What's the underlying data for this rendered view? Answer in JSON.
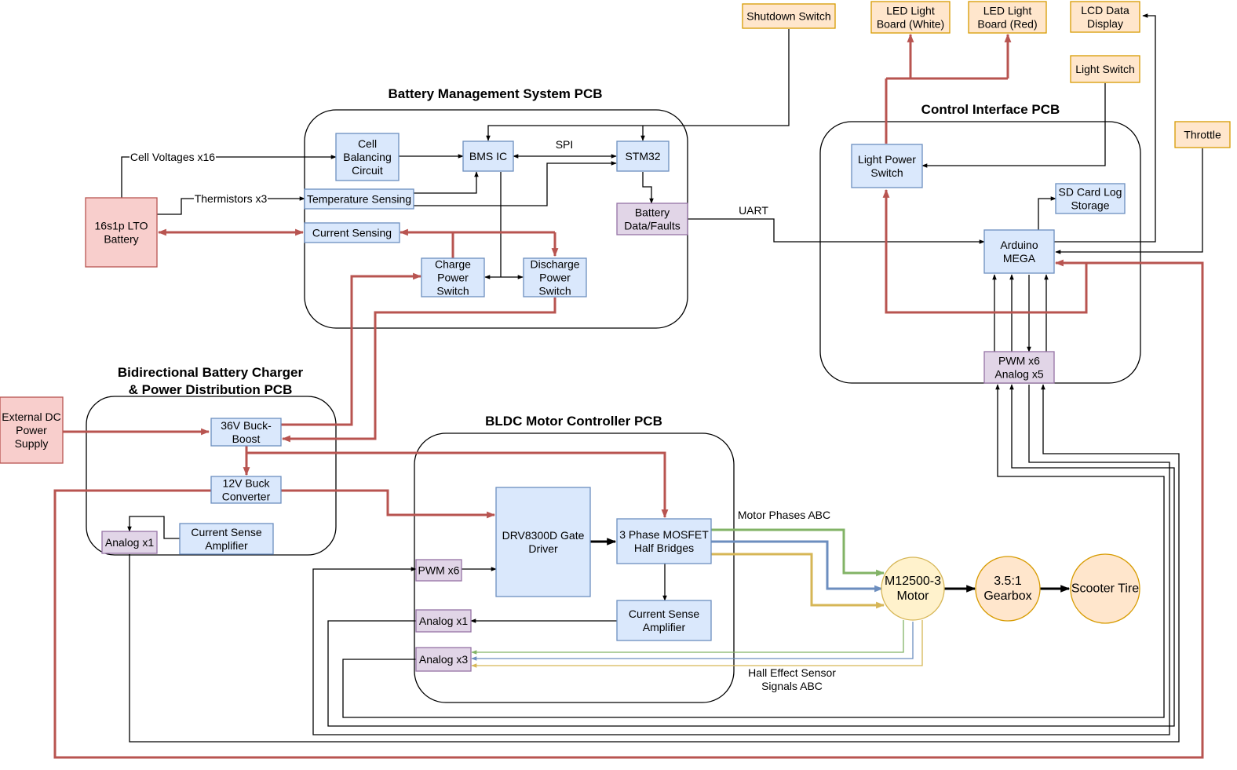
{
  "titles": {
    "bms": "Battery Management System PCB",
    "ctrl": "Control Interface PCB",
    "charger_l1": "Bidirectional Battery Charger",
    "charger_l2": "& Power Distribution PCB",
    "bldc": "BLDC Motor Controller PCB"
  },
  "blocks": {
    "shutdown": [
      "Shutdown Switch"
    ],
    "led_white": [
      "LED Light",
      "Board (White)"
    ],
    "led_red": [
      "LED Light",
      "Board (Red)"
    ],
    "lcd": [
      "LCD Data",
      "Display"
    ],
    "light_switch": [
      "Light Switch"
    ],
    "throttle": [
      "Throttle"
    ],
    "cell_bal": [
      "Cell",
      "Balancing",
      "Circuit"
    ],
    "bms_ic": [
      "BMS IC"
    ],
    "stm32": [
      "STM32"
    ],
    "temp": [
      "Temperature Sensing"
    ],
    "current": [
      "Current Sensing"
    ],
    "battery_data": [
      "Battery",
      "Data/Faults"
    ],
    "charge_sw": [
      "Charge",
      "Power",
      "Switch"
    ],
    "discharge_sw": [
      "Discharge",
      "Power",
      "Switch"
    ],
    "battery": [
      "16s1p LTO",
      "Battery"
    ],
    "light_pwr": [
      "Light Power",
      "Switch"
    ],
    "sd": [
      "SD Card Log",
      "Storage"
    ],
    "arduino": [
      "Arduino",
      "MEGA"
    ],
    "pwm_analog": [
      "PWM x6",
      "Analog x5"
    ],
    "ext_dc": [
      "External DC",
      "Power",
      "Supply"
    ],
    "buck_boost": [
      "36V Buck-",
      "Boost"
    ],
    "buck12": [
      "12V Buck",
      "Converter"
    ],
    "analog1_chg": [
      "Analog x1"
    ],
    "csa_chg": [
      "Current Sense",
      "Amplifier"
    ],
    "drv": [
      "DRV8300D Gate",
      "Driver"
    ],
    "mosfet": [
      "3 Phase MOSFET",
      "Half Bridges"
    ],
    "pwm6": [
      "PWM x6"
    ],
    "analog1_bldc": [
      "Analog x1"
    ],
    "csa_bldc": [
      "Current Sense",
      "Amplifier"
    ],
    "analog3": [
      "Analog x3"
    ],
    "motor": [
      "M12500-3",
      "Motor"
    ],
    "gearbox": [
      "3.5:1",
      "Gearbox"
    ],
    "tire": [
      "Scooter Tire"
    ]
  },
  "labels": {
    "cell_voltages": "Cell Voltages x16",
    "thermistors": "Thermistors x3",
    "spi": "SPI",
    "uart": "UART",
    "motor_phases": "Motor Phases ABC",
    "hall_l1": "Hall Effect Sensor",
    "hall_l2": "Signals ABC"
  },
  "colors": {
    "power_line": "#b85450",
    "phase_a": "#82b366",
    "phase_b": "#6c8ebf",
    "phase_c": "#d6b656",
    "block_blue_fill": "#dae8fc",
    "block_blue_stroke": "#6c8ebf",
    "io_purple_fill": "#e1d5e7",
    "io_purple_stroke": "#9673a6",
    "external_orange_fill": "#ffe6cc",
    "external_orange_stroke": "#d79b00",
    "mech_yellow_fill": "#fff2cc",
    "mech_yellow_stroke": "#d6b656",
    "power_red_fill": "#f8cecc",
    "power_red_stroke": "#b85450"
  }
}
